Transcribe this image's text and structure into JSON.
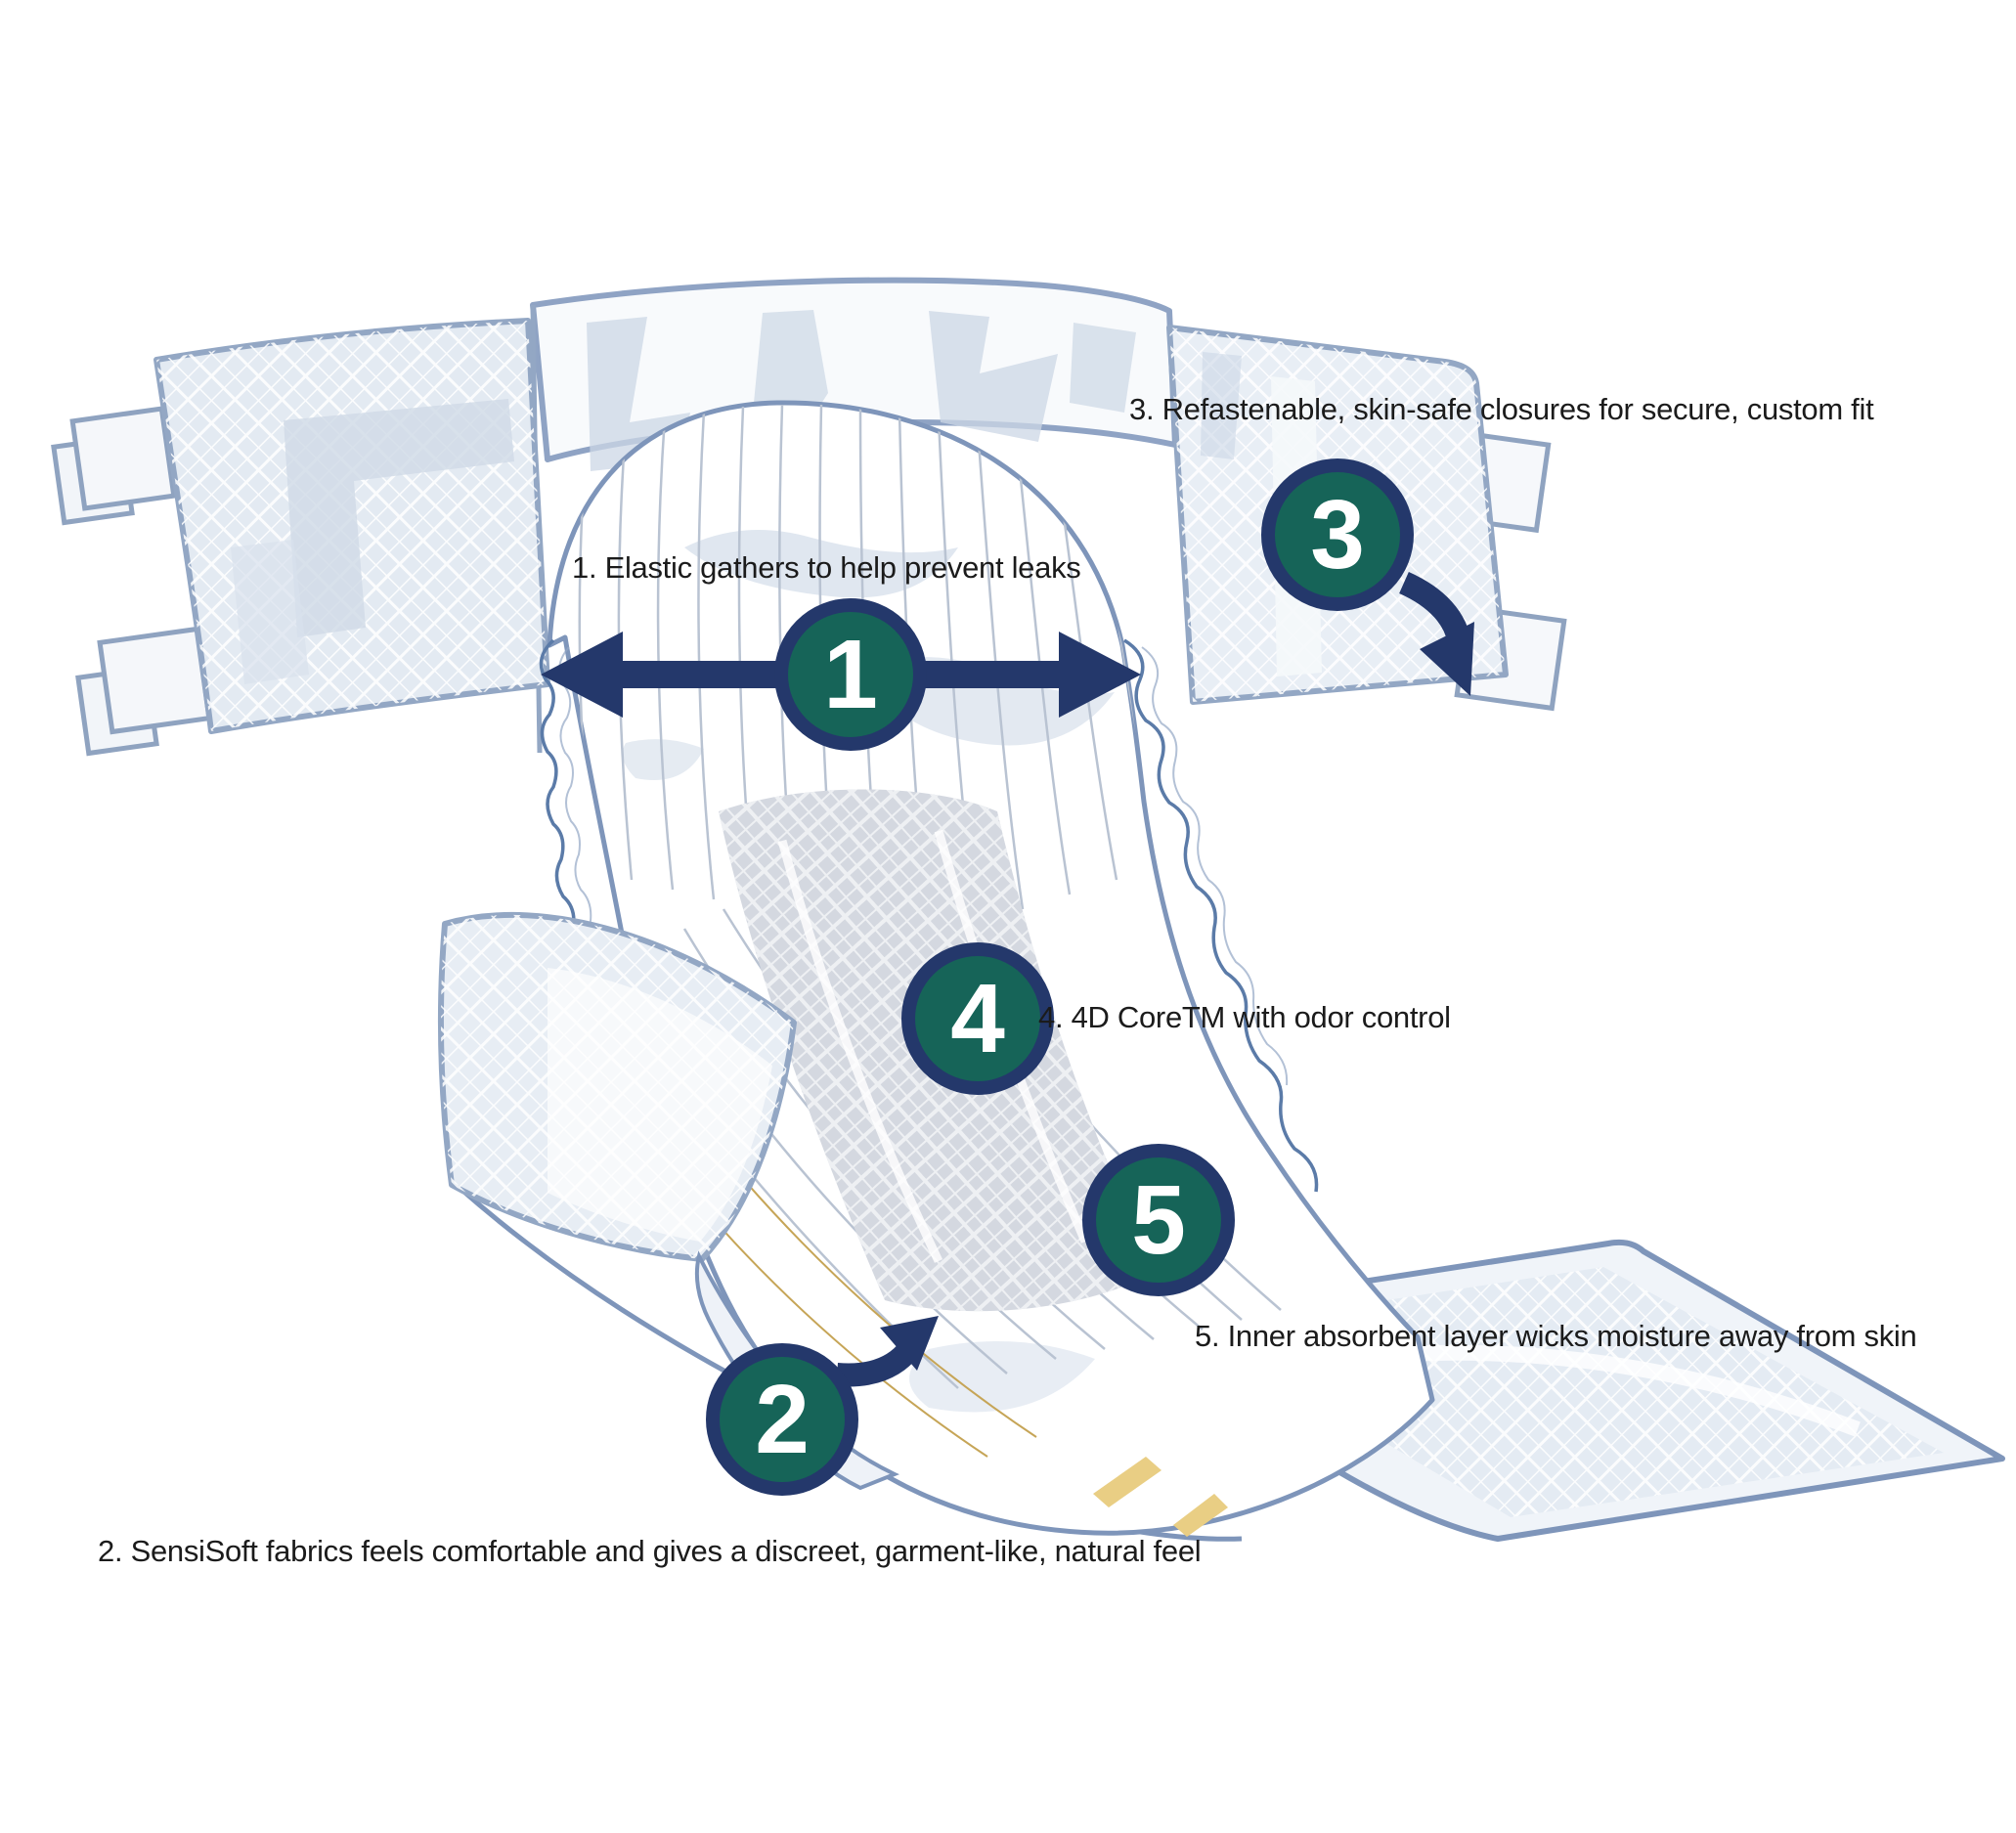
{
  "figure": {
    "type": "product-feature-diagram",
    "subject": "adult absorbent brief with numbered feature callouts"
  },
  "colors": {
    "background": "#ffffff",
    "badge_fill": "#166458",
    "badge_border": "#24386b",
    "arrow": "#24386b",
    "label_text": "#1b1b1b",
    "outline_strong": "#7e95ba",
    "outline_soft": "#93a7c4",
    "fill_light": "#eef2f8",
    "splotch": "#ccd7e6",
    "core_fill": "#d4d8e0",
    "gold_dash": "#e9ce84"
  },
  "callouts": [
    {
      "number": "1",
      "label": "1. Elastic gathers to help prevent leaks",
      "arrow": "double-horizontal"
    },
    {
      "number": "2",
      "label": "2. SensiSoft fabrics feels comfortable and gives a discreet, garment-like, natural feel",
      "arrow": "curved-up-right"
    },
    {
      "number": "3",
      "label": "3. Refastenable, skin-safe closures for secure, custom fit",
      "arrow": "curved-down-right"
    },
    {
      "number": "4",
      "label": "4. 4D CoreTM with odor control",
      "arrow": "none"
    },
    {
      "number": "5",
      "label": "5. Inner absorbent layer wicks moisture away from skin",
      "arrow": "none"
    }
  ]
}
